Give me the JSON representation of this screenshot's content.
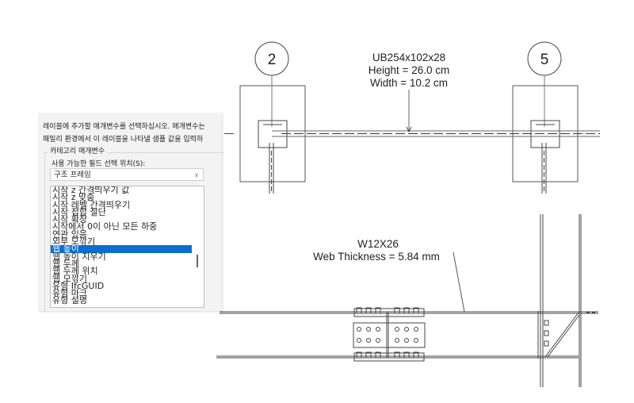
{
  "drawing_top": {
    "grid_left": "2",
    "grid_right": "5",
    "beam_label": [
      "UB254x102x28",
      "Height = 26.0 cm",
      "Width = 10.2 cm"
    ]
  },
  "drawing_bottom": {
    "beam_label": [
      "W12X26",
      "Web Thickness = 5.84 mm"
    ]
  },
  "dialog": {
    "instruction_line1": "레이블에 추가할 매개변수를 선택하십시오. 매개변수는",
    "instruction_line2": "패밀리 환경에서 이 레이블을 나타낼 샘플 값을 입력하",
    "group_label": "카테고리 매개변수",
    "field_label": "사용 가능한 필드 선택 위치(S):",
    "category_select": "구조 프레임",
    "parameters": [
      "시작 z 간격띄우기 값",
      "시작 z 맞춤",
      "시작 레벨 간격띄우기",
      "시작 접합 절단",
      "시작 확장",
      "시작에서 0이 아닌 모든 하중",
      "연관 있음",
      "외부 모깎기",
      "웹 높이",
      "웹 높이 지우기",
      "웹 두께",
      "웹 두께 위치",
      "웹 모깎기",
      "유형 IfcGUID",
      "유형 마크",
      "유형 설명"
    ],
    "selected_parameter": "웹 높이"
  }
}
